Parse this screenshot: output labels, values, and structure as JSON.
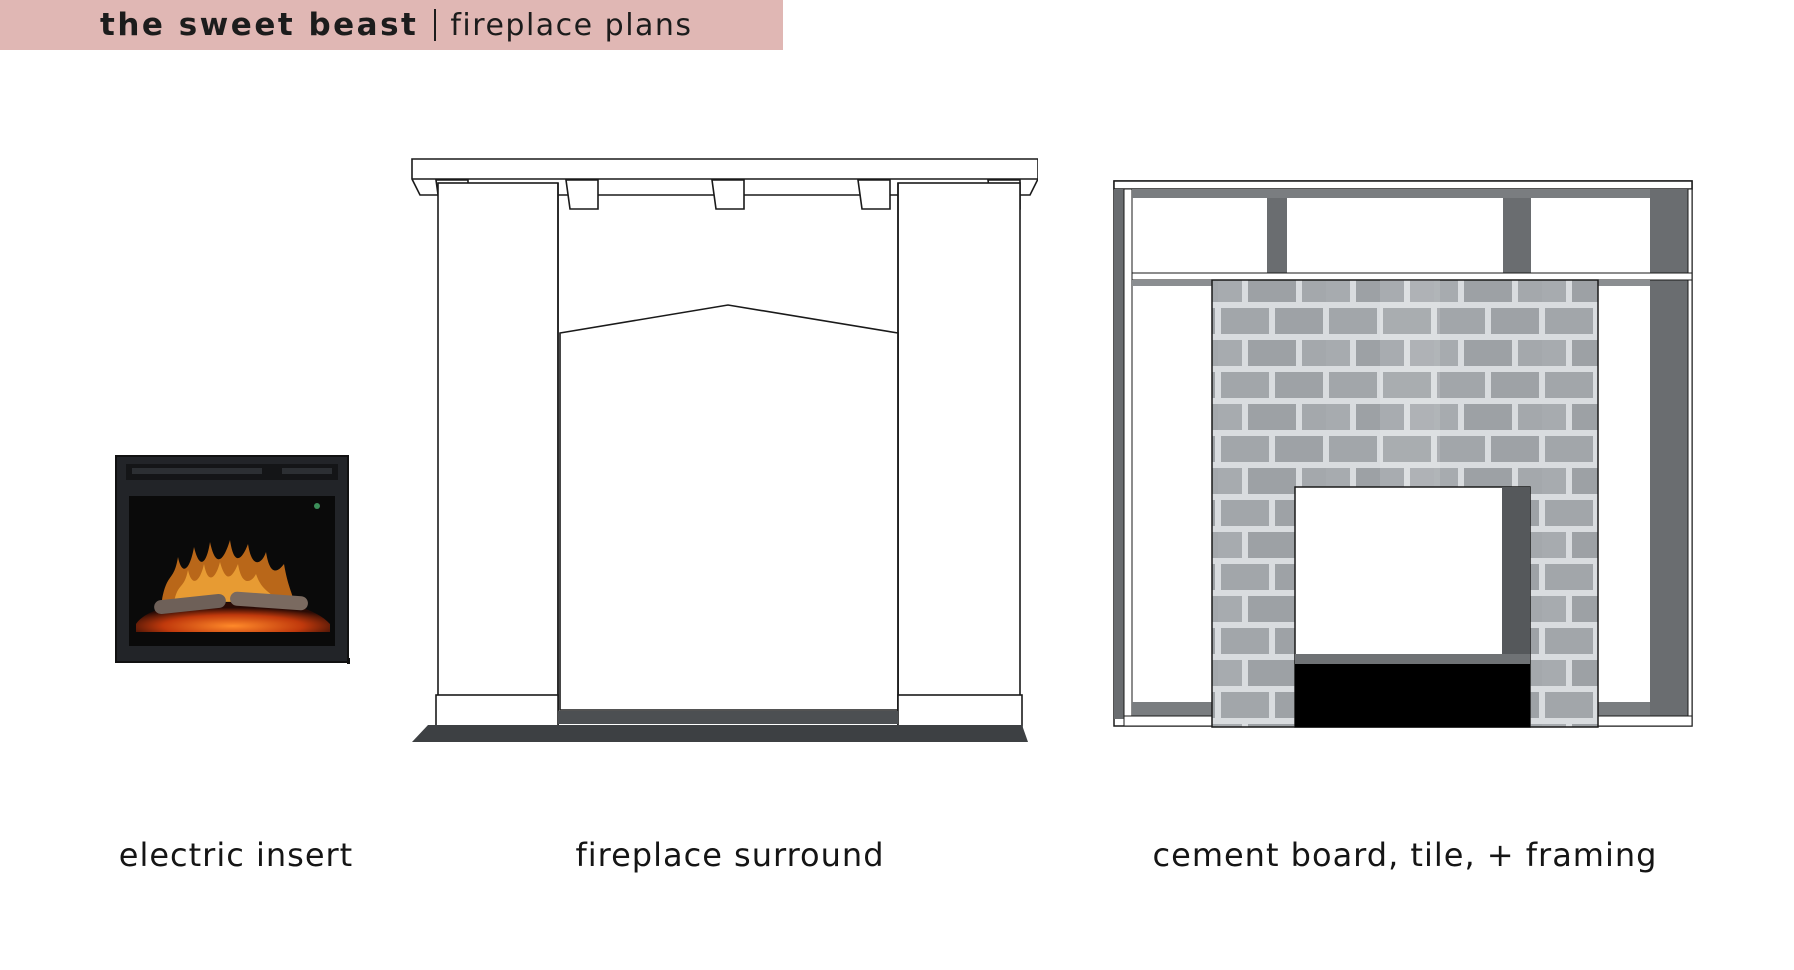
{
  "header": {
    "brand": "the sweet beast",
    "subtitle": "fireplace plans",
    "background_color": "#e0b7b4"
  },
  "panels": [
    {
      "id": "electric-insert",
      "caption": "electric insert"
    },
    {
      "id": "fireplace-surround",
      "caption": "fireplace surround"
    },
    {
      "id": "cement-board",
      "caption": "cement board, tile, + framing"
    }
  ]
}
